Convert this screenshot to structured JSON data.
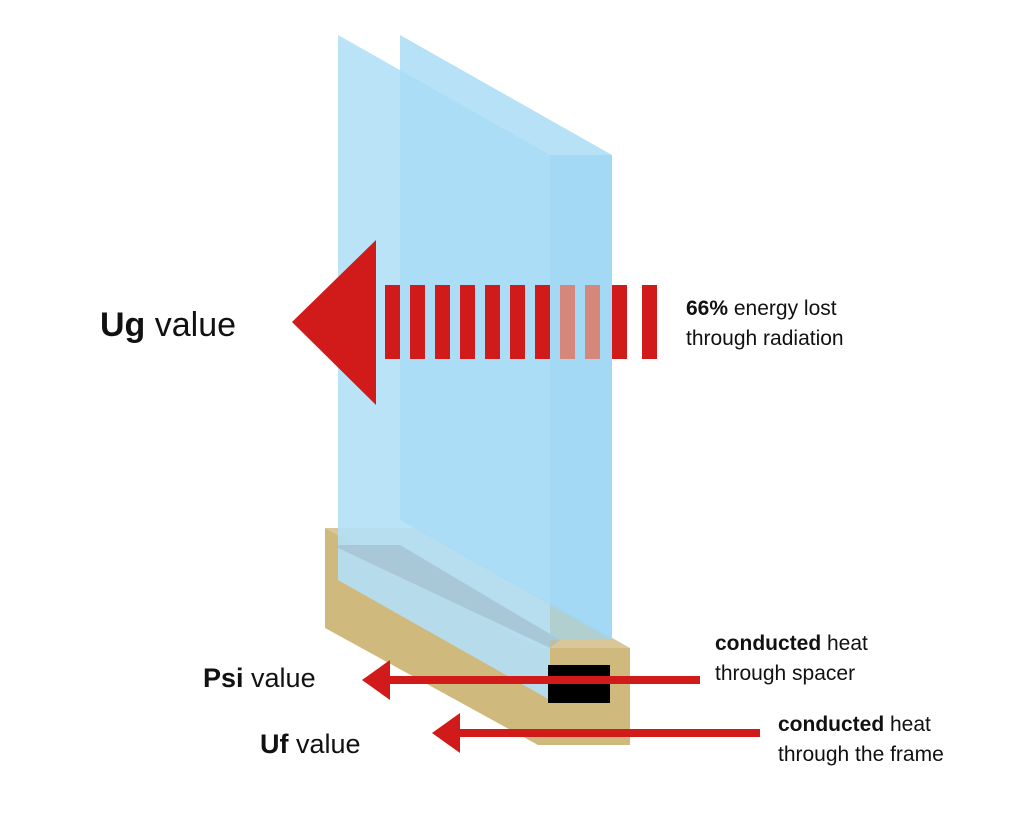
{
  "labels": {
    "ug": {
      "bold": "Ug",
      "rest": " value"
    },
    "psi": {
      "bold": "Psi",
      "rest": " value"
    },
    "uf": {
      "bold": "Uf",
      "rest": " value"
    },
    "radiation": {
      "bold": "66%",
      "rest": " energy lost",
      "line2": "through radiation"
    },
    "spacer": {
      "bold": "conducted",
      "rest": " heat",
      "line2": "through spacer"
    },
    "frame": {
      "bold": "conducted",
      "rest": " heat",
      "line2": "through the frame"
    }
  },
  "colors": {
    "glass_front": "#99d6f5",
    "glass_back": "#b3e0f7",
    "frame": "#cfb97c",
    "arrow": "#d11a1a",
    "arrow_faded": "#d4877a",
    "spacer": "#000000"
  }
}
